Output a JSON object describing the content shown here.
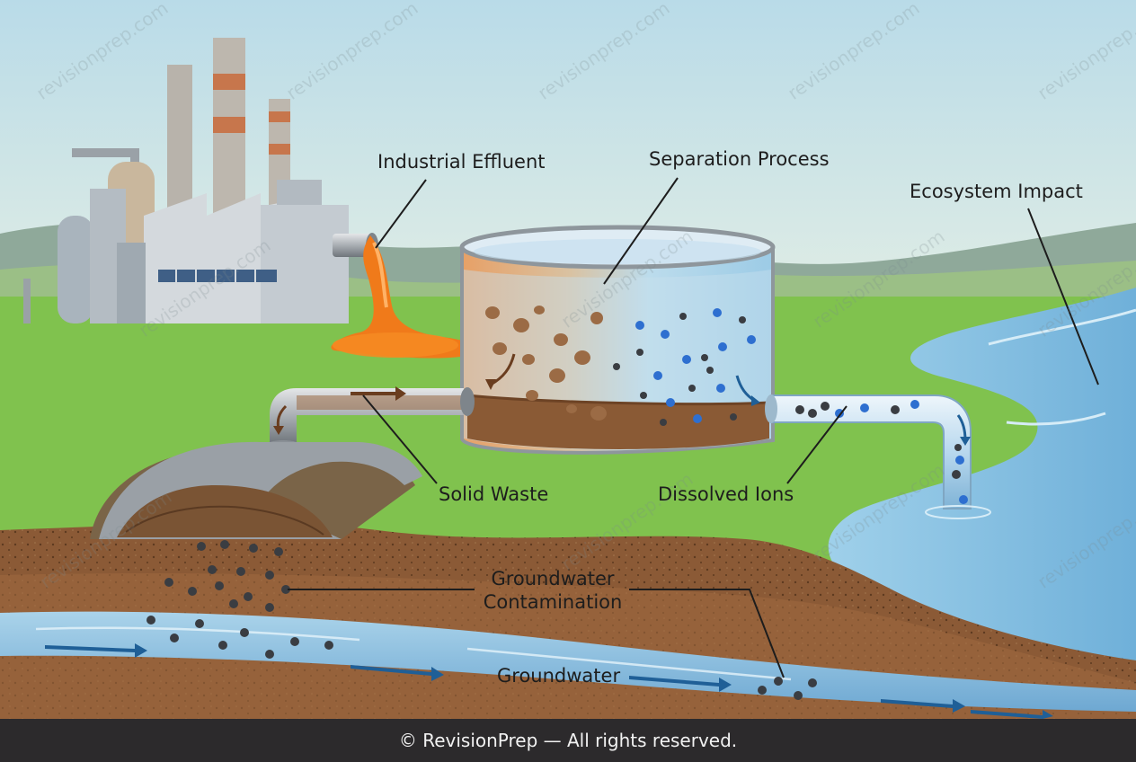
{
  "labels": {
    "industrial_effluent": "Industrial Effluent",
    "separation_process": "Separation Process",
    "ecosystem_impact": "Ecosystem Impact",
    "solid_waste": "Solid Waste",
    "dissolved_ions": "Dissolved Ions",
    "groundwater_contamination_line1": "Groundwater",
    "groundwater_contamination_line2": "Contamination",
    "groundwater": "Groundwater"
  },
  "footer": {
    "copyright": "© RevisionPrep — All rights reserved."
  },
  "watermark": {
    "text": "revisionprep.com"
  },
  "colors": {
    "sky": "#cfe6ee",
    "grass": "#7cc04a",
    "effluent": "#f07a1a",
    "tank_water": "#b9d9ec",
    "sediment": "#8a5a35",
    "ion_blue": "#2e6fd0",
    "ion_dark": "#3a3d42",
    "river": "#8cc3e3",
    "groundwater": "#8cc0e0",
    "soil": "#8b5a36",
    "footer_bg": "#2c2a2c"
  }
}
